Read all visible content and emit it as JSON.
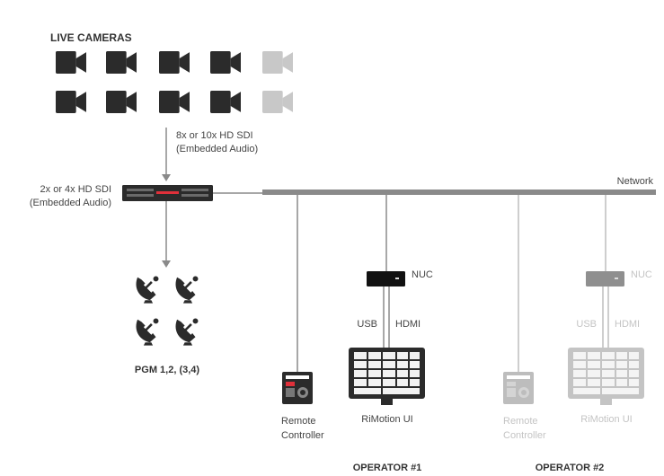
{
  "labels": {
    "live_cameras": "LIVE CAMERAS",
    "camera_feed_line1": "8x or 10x HD SDI",
    "camera_feed_line2": "(Embedded Audio)",
    "router_out_line1": "2x or 4x HD SDI",
    "router_out_line2": "(Embedded Audio)",
    "network": "Network",
    "pgm": "PGM 1,2, (3,4)",
    "op1_nuc": "NUC",
    "op1_usb": "USB",
    "op1_hdmi": "HDMI",
    "op1_remote_line1": "Remote",
    "op1_remote_line2": "Controller",
    "op1_ui": "RiMotion UI",
    "op1_title": "OPERATOR #1",
    "op2_nuc": "NUC",
    "op2_usb": "USB",
    "op2_hdmi": "HDMI",
    "op2_remote_line1": "Remote",
    "op2_remote_line2": "Controller",
    "op2_ui": "RiMotion UI",
    "op2_title": "OPERATOR #2"
  },
  "colors": {
    "dark": "#2b2b2b",
    "line": "#8a8a8a",
    "faded": "#bdbdbd",
    "faded_text": "#c4c4c4",
    "accent": "#e0303a"
  },
  "icons": {
    "camera": "video-camera-icon",
    "dish": "satellite-dish-icon",
    "router": "sdi-router-icon",
    "nuc": "nuc-computer-icon",
    "controller": "remote-controller-icon",
    "monitor": "touch-monitor-icon"
  }
}
